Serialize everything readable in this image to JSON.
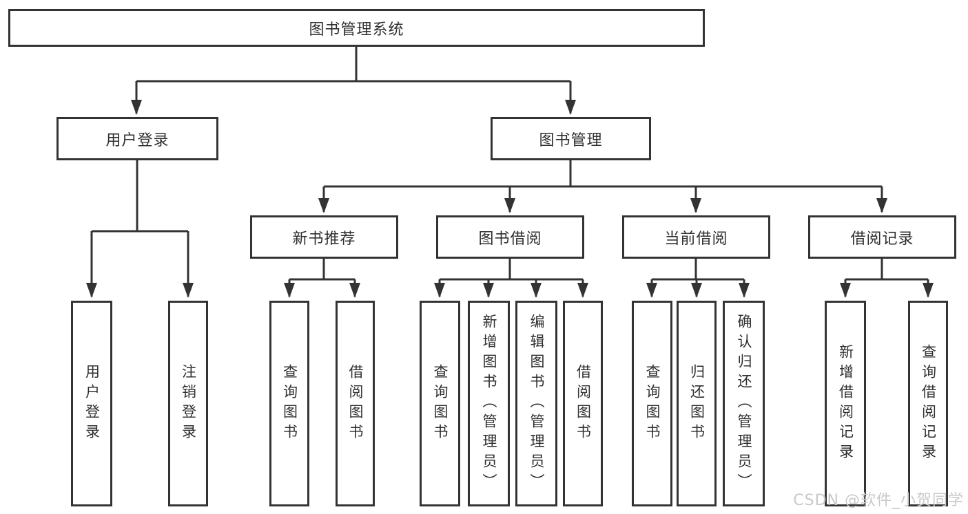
{
  "diagram": {
    "root_label": "图书管理系统",
    "user_login": {
      "label": "用户登录",
      "children": [
        "用户登录",
        "注销登录"
      ]
    },
    "book_management": {
      "label": "图书管理",
      "sections": [
        {
          "label": "新书推荐",
          "children": [
            "查询图书",
            "借阅图书"
          ]
        },
        {
          "label": "图书借阅",
          "children": [
            "查询图书",
            "新增图书（管理员）",
            "编辑图书（管理员）",
            "借阅图书"
          ]
        },
        {
          "label": "当前借阅",
          "children": [
            "查询图书",
            "归还图书",
            "确认归还（管理员）"
          ]
        },
        {
          "label": "借阅记录",
          "children": [
            "新增借阅记录",
            "查询借阅记录"
          ]
        }
      ]
    }
  },
  "watermark": "CSDN @软件_小贺同学",
  "colors": {
    "line": "#333333",
    "text": "#2f2f2f",
    "background": "#ffffff",
    "watermark": "#c9c9c9"
  }
}
